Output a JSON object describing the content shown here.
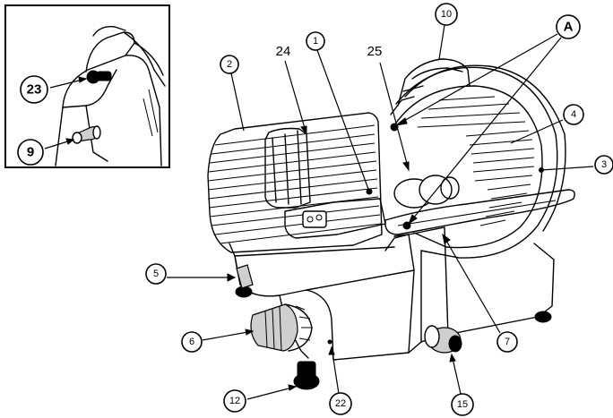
{
  "figure": {
    "title": "",
    "inset_callouts": [
      {
        "id": "c23",
        "label": "23"
      },
      {
        "id": "c9",
        "label": "9"
      }
    ],
    "callouts": [
      {
        "id": "c1",
        "label": "1"
      },
      {
        "id": "c2",
        "label": "2"
      },
      {
        "id": "c3",
        "label": "3"
      },
      {
        "id": "c4",
        "label": "4"
      },
      {
        "id": "c5",
        "label": "5"
      },
      {
        "id": "c6",
        "label": "6"
      },
      {
        "id": "c7",
        "label": "7"
      },
      {
        "id": "c10",
        "label": "10"
      },
      {
        "id": "c12",
        "label": "12"
      },
      {
        "id": "c15",
        "label": "15"
      },
      {
        "id": "c22",
        "label": "22"
      },
      {
        "id": "cA",
        "label": "A"
      }
    ],
    "plain_labels": [
      {
        "id": "p24",
        "label": "24"
      },
      {
        "id": "p25",
        "label": "25"
      }
    ]
  }
}
